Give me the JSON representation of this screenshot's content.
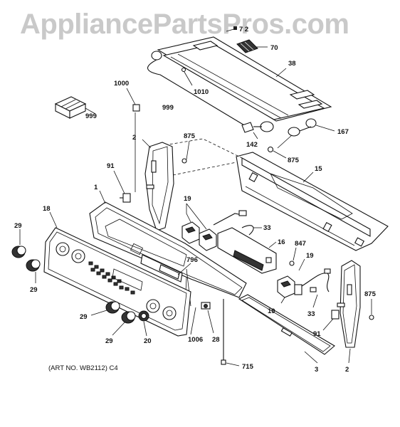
{
  "watermark": "AppliancePartsPros.com",
  "art_number": "(ART NO. WB2112) C4",
  "callouts": {
    "c_72": "7 2",
    "c_70": "70",
    "c_38": "38",
    "c_1000": "1000",
    "c_1010": "1010",
    "c_999a": "999",
    "c_999b": "999",
    "c_167": "167",
    "c_142": "142",
    "c_875a": "875",
    "c_875b": "875",
    "c_875c": "875",
    "c_2a": "2",
    "c_2b": "2",
    "c_91a": "91",
    "c_91b": "91",
    "c_15": "15",
    "c_1": "1",
    "c_18": "18",
    "c_29a": "29",
    "c_29b": "29",
    "c_29c": "29",
    "c_29d": "29",
    "c_19a": "19",
    "c_19b": "19",
    "c_19c": "19",
    "c_33a": "33",
    "c_33b": "33",
    "c_16": "16",
    "c_847": "847",
    "c_796": "796",
    "c_1006": "1006",
    "c_28": "28",
    "c_20": "20",
    "c_715": "715",
    "c_3": "3"
  }
}
